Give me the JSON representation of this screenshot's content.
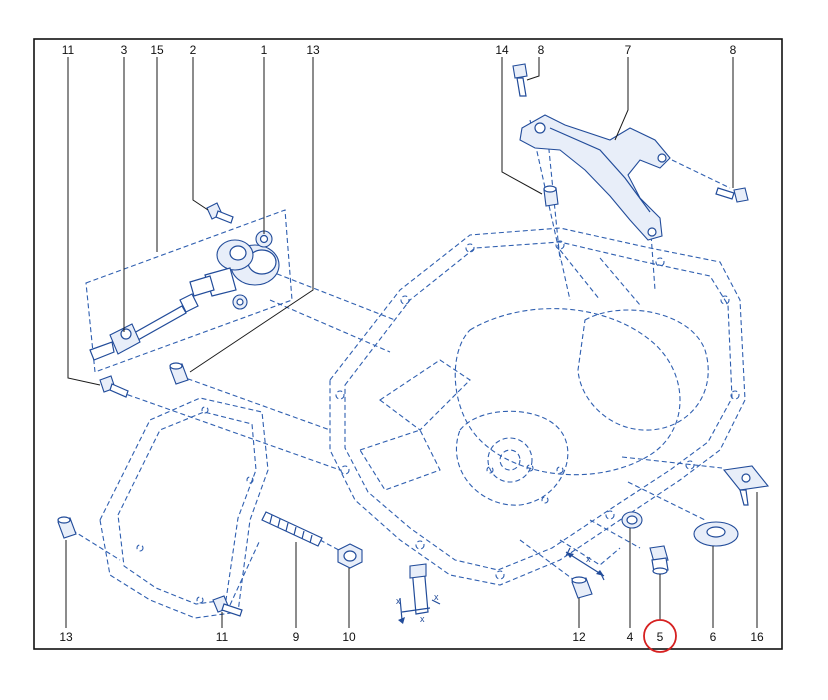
{
  "callouts": [
    {
      "id": "c11a",
      "label": "11"
    },
    {
      "id": "c3",
      "label": "3"
    },
    {
      "id": "c15",
      "label": "15"
    },
    {
      "id": "c2",
      "label": "2"
    },
    {
      "id": "c1",
      "label": "1"
    },
    {
      "id": "c13a",
      "label": "13"
    },
    {
      "id": "c14",
      "label": "14"
    },
    {
      "id": "c8a",
      "label": "8"
    },
    {
      "id": "c7",
      "label": "7"
    },
    {
      "id": "c8b",
      "label": "8"
    },
    {
      "id": "c13b",
      "label": "13"
    },
    {
      "id": "c11b",
      "label": "11"
    },
    {
      "id": "c9",
      "label": "9"
    },
    {
      "id": "c10",
      "label": "10"
    },
    {
      "id": "c12",
      "label": "12"
    },
    {
      "id": "c4",
      "label": "4"
    },
    {
      "id": "c5",
      "label": "5"
    },
    {
      "id": "c6",
      "label": "6"
    },
    {
      "id": "c16",
      "label": "16"
    }
  ],
  "highlighted_callout": "5",
  "dimension_labels": {
    "inset_x1": "x",
    "inset_x2": "x",
    "inset_y": "x",
    "pin_x": "x"
  },
  "colors": {
    "line_art": "#224c9a",
    "highlight": "#d62020",
    "frame": "#111111"
  }
}
